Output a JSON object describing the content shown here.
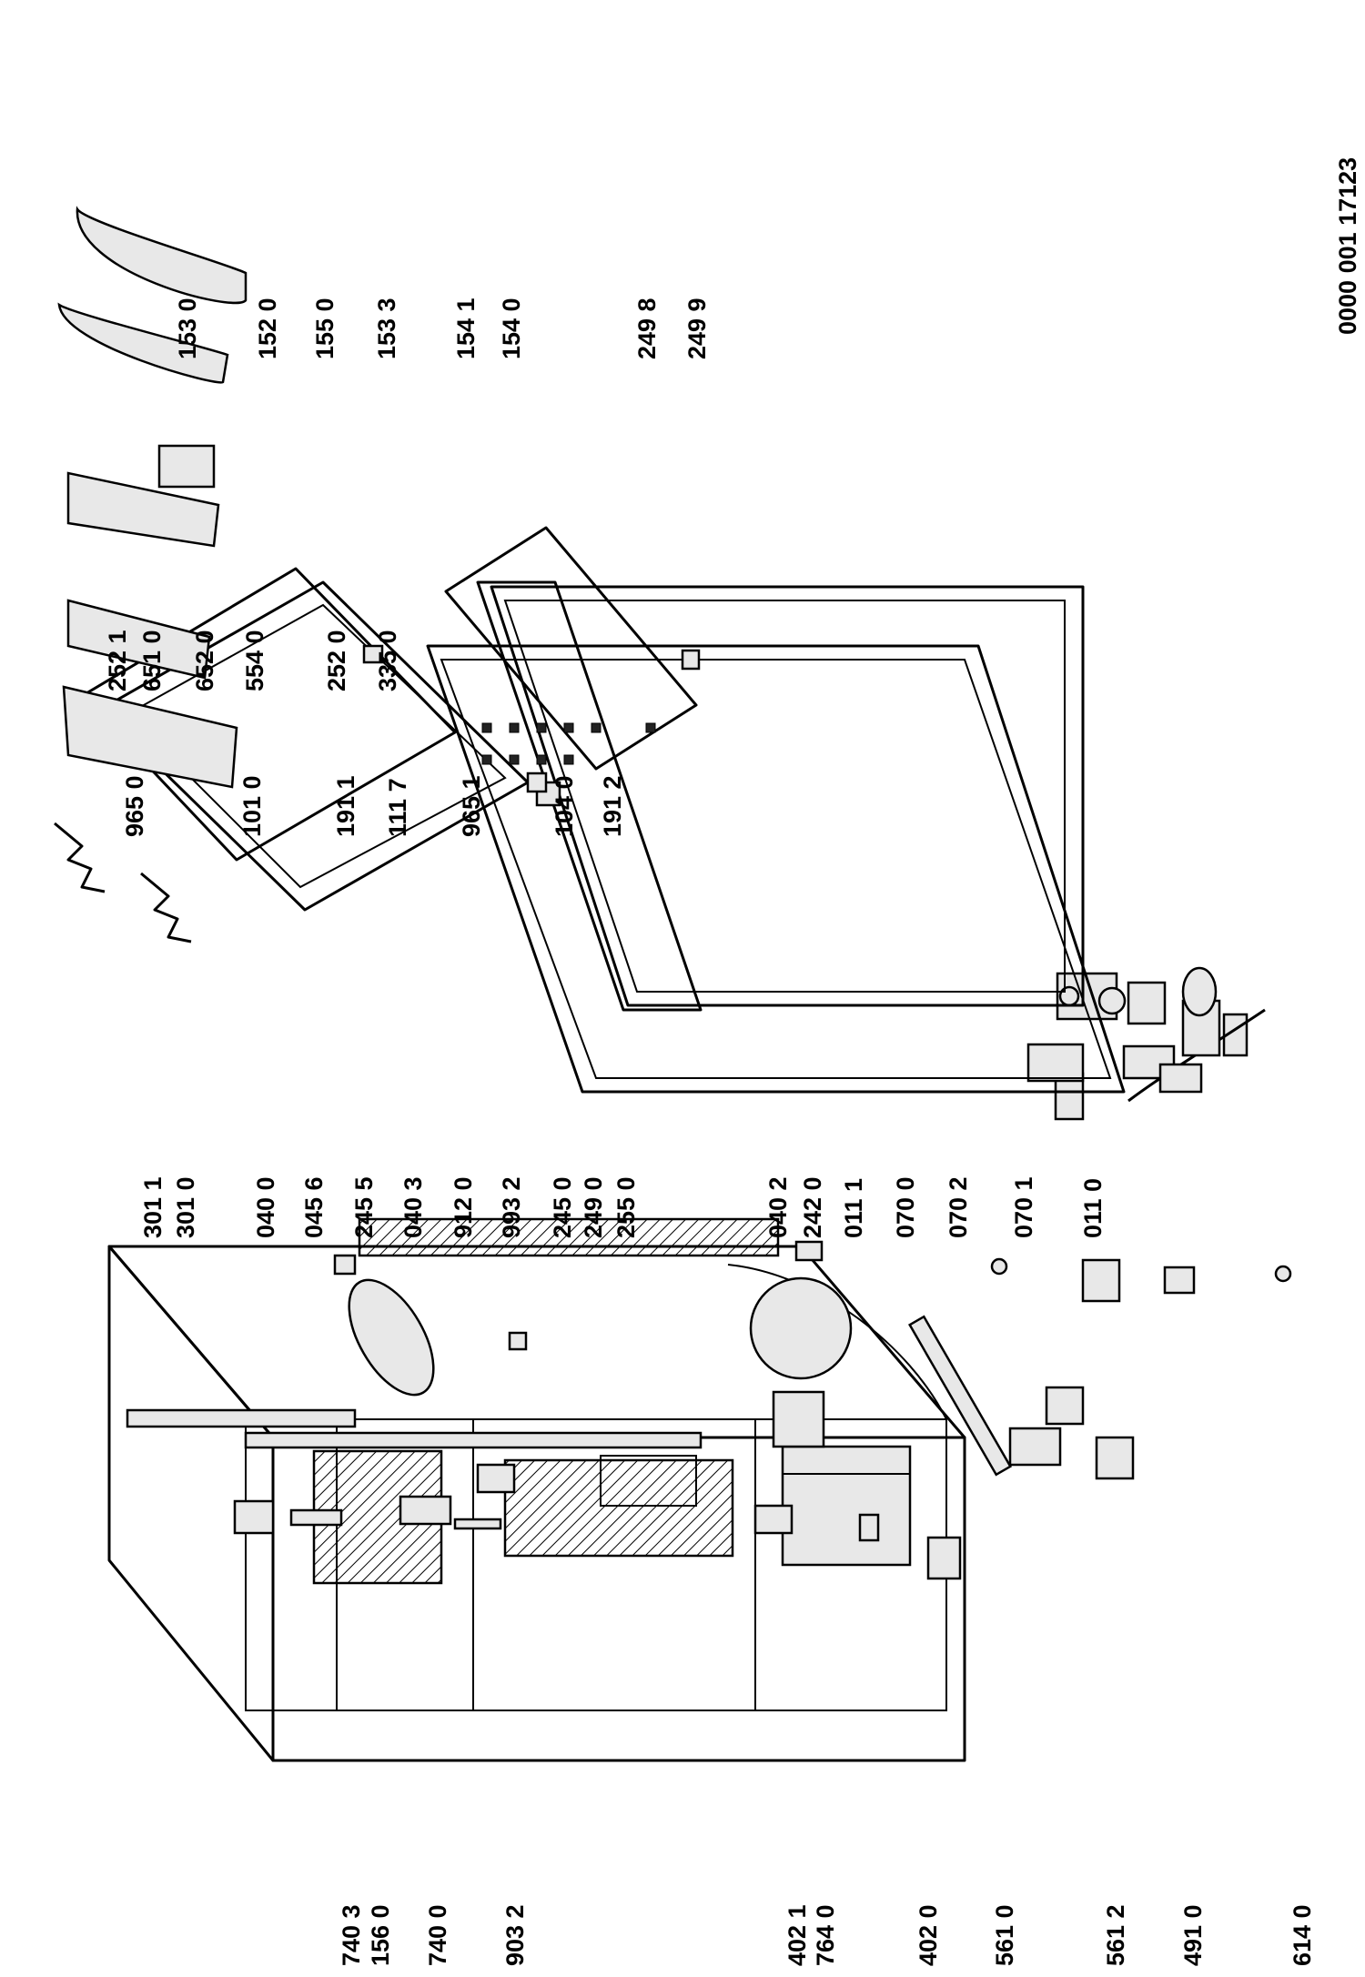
{
  "drawing_ref": "0000 001 17123",
  "labels": {
    "l7403": "740 3",
    "l1560": "156 0",
    "l7400": "740 0",
    "l9032": "903 2",
    "l4021": "402 1",
    "l7640": "764 0",
    "l4020": "402 0",
    "l5610": "561 0",
    "l5612": "561 2",
    "l4910": "491 0",
    "l6140": "614 0",
    "l3011": "301 1",
    "l3010": "301 0",
    "l0400": "040 0",
    "l0456": "045 6",
    "l2455": "245 5",
    "l0403": "040 3",
    "l9120": "912 0",
    "l9932": "993 2",
    "l2450": "245 0",
    "l2490": "249 0",
    "l2550": "255 0",
    "l0402": "040 2",
    "l2420": "242 0",
    "l0111": "011 1",
    "l0700": "070 0",
    "l0702": "070 2",
    "l0701": "070 1",
    "l0110": "011 0",
    "l2521": "252 1",
    "l6510": "651 0",
    "l6520": "652 0",
    "l5540": "554 0",
    "l2520": "252 0",
    "l3350": "335 0",
    "l9650": "965 0",
    "l1010": "101 0",
    "l1911": "191 1",
    "l1117": "111 7",
    "l9651": "965 1",
    "l1040": "104 0",
    "l1912": "191 2",
    "l1530": "153 0",
    "l1520": "152 0",
    "l1550": "155 0",
    "l1533": "153 3",
    "l1541": "154 1",
    "l1540": "154 0",
    "l2498": "249 8",
    "l2499": "249 9"
  }
}
